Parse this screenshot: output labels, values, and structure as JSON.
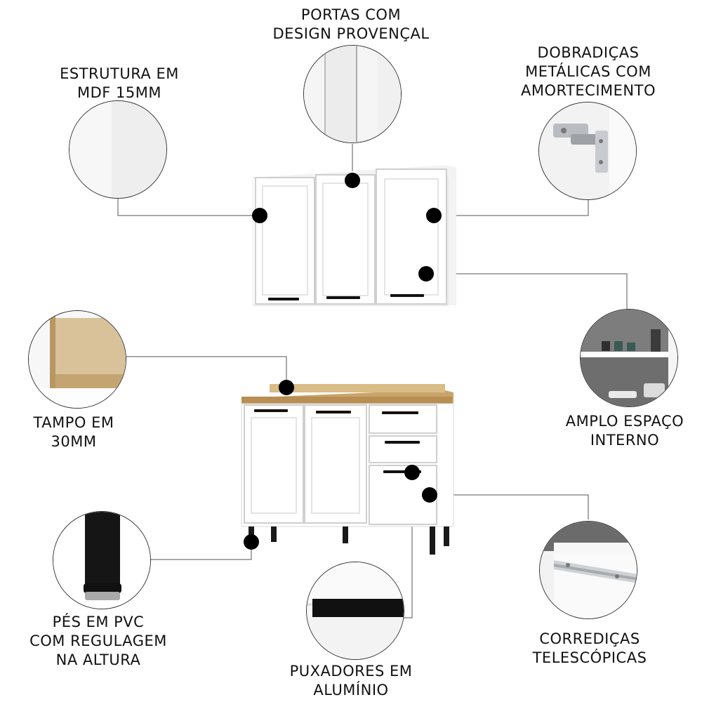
{
  "features": {
    "estrutura": {
      "line1": "ESTRUTURA EM",
      "line2": "MDF 15MM"
    },
    "portas": {
      "line1": "PORTAS COM",
      "line2": "DESIGN PROVENÇAL"
    },
    "dobradicas": {
      "line1": "DOBRADIÇAS",
      "line2": "METÁLICAS COM",
      "line3": "AMORTECIMENTO"
    },
    "tampo": {
      "line1": "TAMPO EM",
      "line2": "30MM"
    },
    "amplo": {
      "line1": "AMPLO ESPAÇO",
      "line2": "INTERNO"
    },
    "pes": {
      "line1": "PÉS EM PVC",
      "line2": "COM REGULAGEM",
      "line3": "NA ALTURA"
    },
    "puxadores": {
      "line1": "PUXADORES EM",
      "line2": "ALUMÍNIO"
    },
    "corredicas": {
      "line1": "CORREDIÇAS",
      "line2": "TELESCÓPICAS"
    }
  },
  "colors": {
    "cabinet": "#ffffff",
    "countertop": "#c9a46a",
    "handles": "#111111",
    "dots": "#000000"
  },
  "icons": [
    "mdf-panel-icon",
    "door-detail-icon",
    "hinge-icon",
    "countertop-icon",
    "shelf-interior-icon",
    "pvc-foot-icon",
    "aluminum-handle-icon",
    "telescopic-slide-icon"
  ]
}
